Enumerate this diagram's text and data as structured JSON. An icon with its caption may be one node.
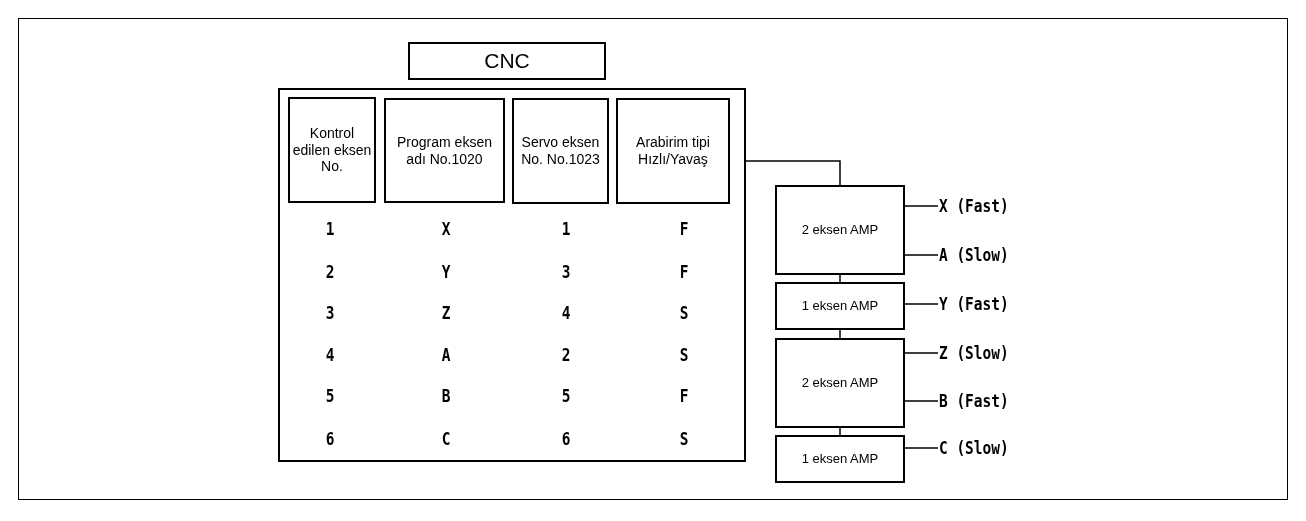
{
  "diagram": {
    "nodes": [
      {
        "text": [
          "CNC"
        ]
      },
      {
        "text": [],
        "shape": "box"
      },
      {
        "text": [
          "Kontrol edilen eksen No."
        ],
        "in": 1
      },
      {
        "text": [
          "Program eksen adı No.1020"
        ],
        "in": 1
      },
      {
        "text": [
          "Servo eksen No. No.1023"
        ],
        "in": 1
      },
      {
        "text": [
          "Arabirim tipi Hızlı/Yavaş"
        ],
        "in": 1
      },
      {
        "text": [
          "2 eksen AMP"
        ]
      },
      {
        "text": [
          "1 eksen AMP"
        ]
      },
      {
        "text": [
          "2 eksen AMP"
        ]
      },
      {
        "text": [
          "1 eksen AMP"
        ]
      },
      {
        "text": [
          "X (Fast)"
        ]
      },
      {
        "text": [
          "A (Slow)"
        ]
      },
      {
        "text": [
          "Y (Fast)"
        ]
      },
      {
        "text": [
          "Z (Slow)"
        ]
      },
      {
        "text": [
          "B (Fast)"
        ]
      },
      {
        "text": [
          "C (Slow)"
        ]
      }
    ],
    "edges": [
      {
        "from": 1,
        "to": 6,
        "arrow": "none"
      },
      {
        "from": 6,
        "to": 7,
        "arrow": "none"
      },
      {
        "from": 7,
        "to": 8,
        "arrow": "none"
      },
      {
        "from": 8,
        "to": 9,
        "arrow": "none"
      },
      {
        "from": 6,
        "to": 10,
        "arrow": "none"
      },
      {
        "from": 6,
        "to": 11,
        "arrow": "none"
      },
      {
        "from": 7,
        "to": 12,
        "arrow": "none"
      },
      {
        "from": 8,
        "to": 13,
        "arrow": "none"
      },
      {
        "from": 8,
        "to": 14,
        "arrow": "none"
      },
      {
        "from": 9,
        "to": 15,
        "arrow": "none"
      }
    ],
    "labels": [
      "1",
      "X",
      "1",
      "F",
      "2",
      "Y",
      "3",
      "F",
      "3",
      "Z",
      "4",
      "S",
      "4",
      "A",
      "2",
      "S",
      "5",
      "B",
      "5",
      "F",
      "6",
      "C",
      "6",
      "S"
    ]
  }
}
